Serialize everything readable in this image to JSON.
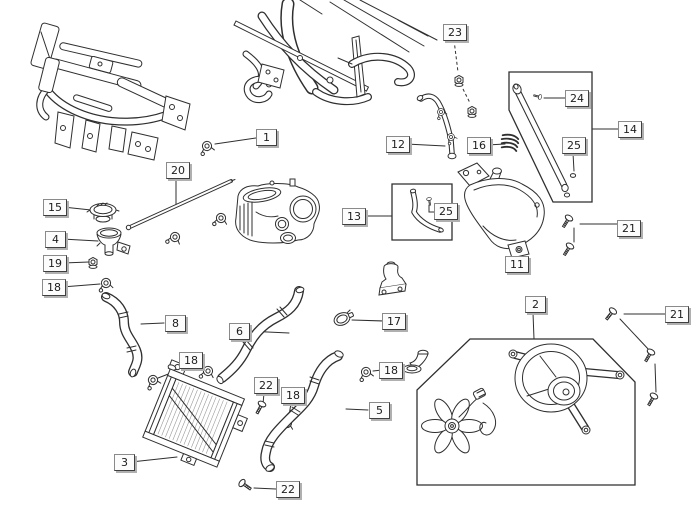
{
  "callouts": {
    "n1": "1",
    "n2": "2",
    "n3": "3",
    "n4": "4",
    "n5": "5",
    "n6": "6",
    "n8": "8",
    "n11": "11",
    "n12": "12",
    "n13": "13",
    "n14": "14",
    "n15": "15",
    "n16": "16",
    "n17": "17",
    "n18": "18",
    "n19": "19",
    "n20": "20",
    "n21": "21",
    "n22": "22",
    "n23": "23",
    "n24": "24",
    "n25": "25"
  },
  "colors": {
    "background": "#ffffff",
    "line": "#2f2f2f",
    "callout_bg": "#fcfcfc",
    "callout_text": "#1c1c1c",
    "callout_shadow": "#b0b0b0",
    "callout_border_dark": "#3f3f3f",
    "callout_border_light": "#8a8a8a"
  }
}
